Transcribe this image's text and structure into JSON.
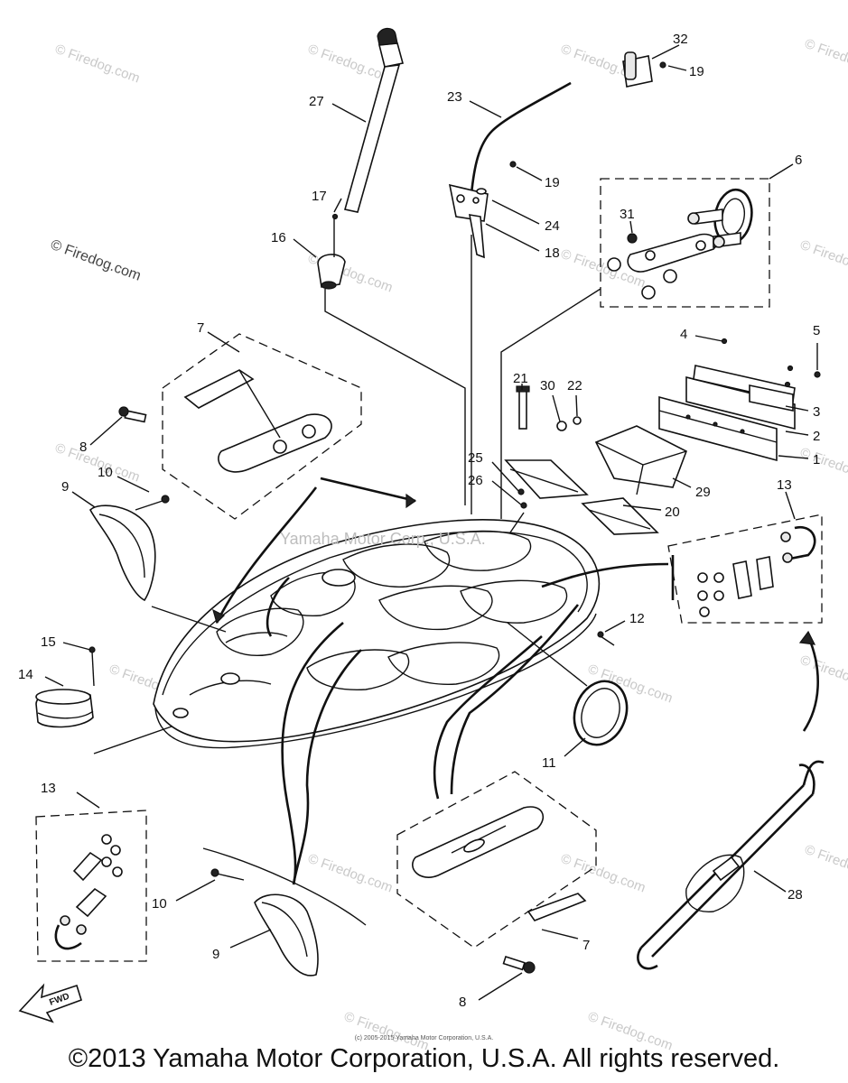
{
  "watermarks": {
    "firedog_main": "© Firedog.com",
    "firedog_tile": "© Firedog.com",
    "center_overlay": "Yamaha Motor Corp., U.S.A.",
    "fineprint": "(c) 2005-2015 Yamaha Motor Corporation, U.S.A."
  },
  "footer": "©2013 Yamaha Motor Corporation, U.S.A. All rights reserved.",
  "fwd_label": "FWD",
  "callouts": {
    "n1": "1",
    "n2": "2",
    "n3": "3",
    "n4": "4",
    "n5": "5",
    "n6": "6",
    "n7a": "7",
    "n7b": "7",
    "n8a": "8",
    "n8b": "8",
    "n9a": "9",
    "n9b": "9",
    "n10a": "10",
    "n10b": "10",
    "n11": "11",
    "n12": "12",
    "n13a": "13",
    "n13b": "13",
    "n14": "14",
    "n15": "15",
    "n16": "16",
    "n17": "17",
    "n18": "18",
    "n19a": "19",
    "n19b": "19",
    "n20": "20",
    "n21": "21",
    "n22": "22",
    "n23": "23",
    "n24": "24",
    "n25": "25",
    "n26": "26",
    "n27": "27",
    "n28": "28",
    "n29": "29",
    "n30": "30",
    "n31": "31",
    "n32": "32"
  }
}
